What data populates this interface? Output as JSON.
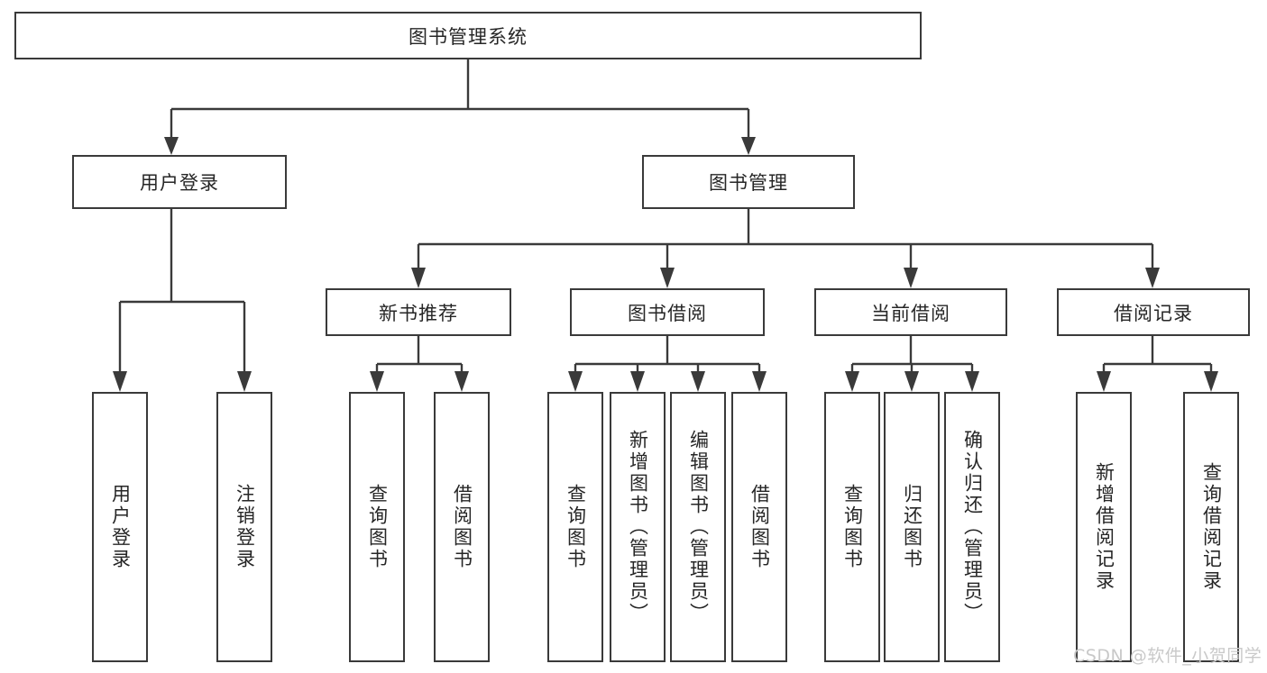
{
  "diagram": {
    "title": "图书管理系统",
    "type": "hierarchy-tree",
    "root": {
      "label": "图书管理系统"
    },
    "level1": [
      {
        "label": "用户登录"
      },
      {
        "label": "图书管理"
      }
    ],
    "level2": [
      {
        "label": "新书推荐"
      },
      {
        "label": "图书借阅"
      },
      {
        "label": "当前借阅"
      },
      {
        "label": "借阅记录"
      }
    ],
    "leaves": {
      "user_login": [
        {
          "label": "用户登录"
        },
        {
          "label": "注销登录"
        }
      ],
      "new_book_recommend": [
        {
          "label": "查询图书"
        },
        {
          "label": "借阅图书"
        }
      ],
      "book_borrow": [
        {
          "label": "查询图书"
        },
        {
          "label": "新增图书（管理员）"
        },
        {
          "label": "编辑图书（管理员）"
        },
        {
          "label": "借阅图书"
        }
      ],
      "current_borrow": [
        {
          "label": "查询图书"
        },
        {
          "label": "归还图书"
        },
        {
          "label": "确认归还（管理员）"
        }
      ],
      "borrow_record": [
        {
          "label": "新增借阅记录"
        },
        {
          "label": "查询借阅记录"
        }
      ]
    }
  },
  "watermark": {
    "text": "CSDN @软件_小贺同学"
  },
  "colors": {
    "stroke": "#3a3a3a",
    "background": "#ffffff",
    "text": "#262626",
    "watermark": "#c9c9c9"
  }
}
